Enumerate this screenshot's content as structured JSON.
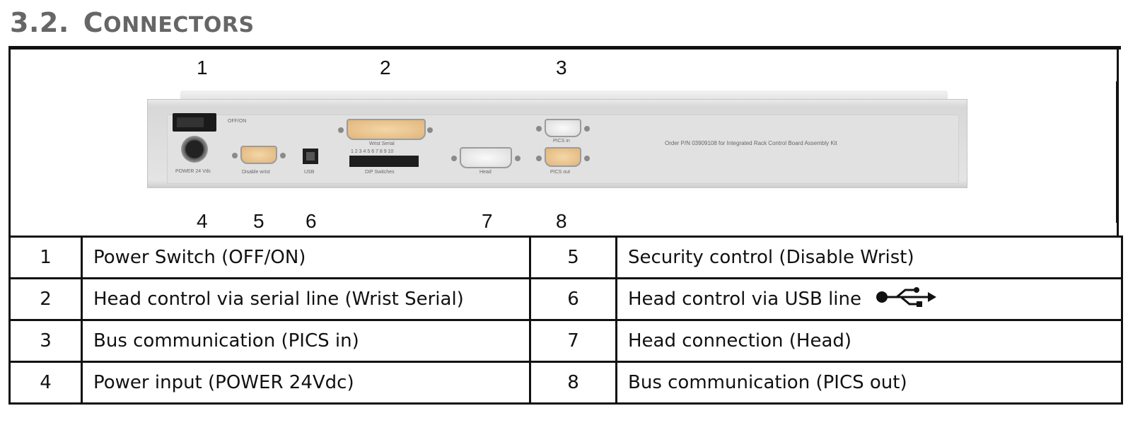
{
  "section": {
    "number": "3.2.",
    "title_first": "C",
    "title_rest": "ONNECTORS"
  },
  "figure": {
    "callouts_top": [
      "1",
      "2",
      "3"
    ],
    "callouts_bottom": [
      "4",
      "5",
      "6",
      "7",
      "8"
    ],
    "panel_labels": {
      "switch": "OFF/ON",
      "power": "POWER 24 Vdc",
      "disable_wrist": "Disable wrist",
      "usb": "USB",
      "wrist_serial": "Wrist Serial",
      "dip": "DIP Switches",
      "dip_numbers": "1 2 3 4 5 6 7 8 9 10",
      "head": "Head",
      "pics_in": "PICS in",
      "pics_out": "PICS out",
      "order": "Order P/N 03909108 for Integrated Rack Control Board Assembly Kit"
    }
  },
  "table": {
    "rows": [
      {
        "left_num": "1",
        "left_desc": "Power Switch (OFF/ON)",
        "right_num": "5",
        "right_desc": "Security control (Disable Wrist)"
      },
      {
        "left_num": "2",
        "left_desc": "Head control via serial line (Wrist Serial)",
        "right_num": "6",
        "right_desc": "Head control via USB line"
      },
      {
        "left_num": "3",
        "left_desc": "Bus communication (PICS in)",
        "right_num": "7",
        "right_desc": "Head connection (Head)"
      },
      {
        "left_num": "4",
        "left_desc": "Power input (POWER 24Vdc)",
        "right_num": "8",
        "right_desc": "Bus communication (PICS out)"
      }
    ],
    "usb_icon": "usb-icon"
  }
}
